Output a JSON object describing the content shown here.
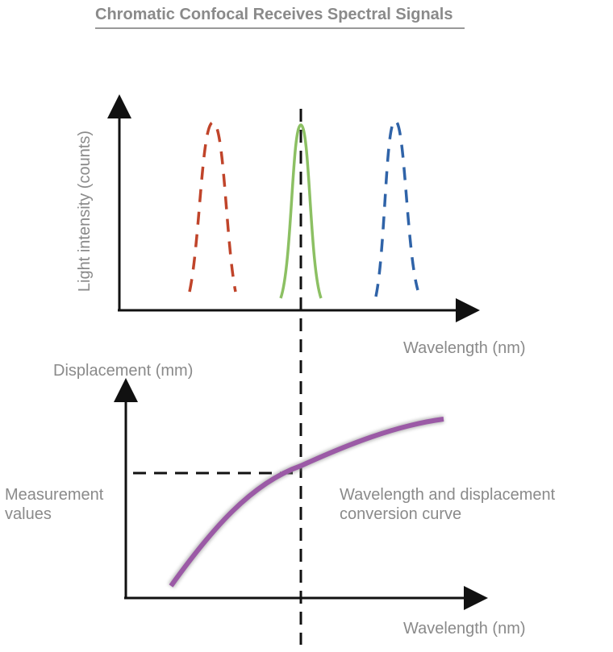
{
  "title": "Chromatic Confocal Receives Spectral Signals",
  "top_chart": {
    "y_label": "Light intensity (counts)",
    "x_label": "Wavelength (nm)"
  },
  "bottom_chart": {
    "y_label": "Displacement (mm)",
    "x_label": "Wavelength (nm)",
    "measurement_label": "Measurement values",
    "curve_label": "Wavelength and displacement conversion curve"
  },
  "colors": {
    "red": "#c0442a",
    "green": "#8cc063",
    "blue": "#2f63a8",
    "purple": "#9b5aa6",
    "axis": "#111111",
    "text": "#8a8a8a"
  }
}
